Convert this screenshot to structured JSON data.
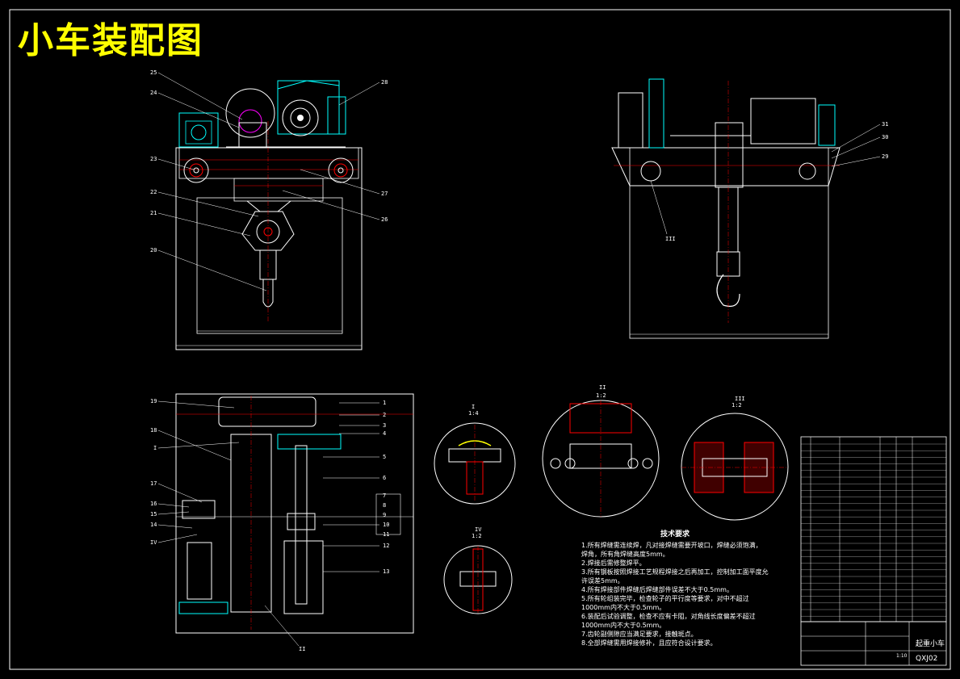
{
  "drawing": {
    "title": "小车装配图",
    "main_view_labels": [
      "25",
      "24",
      "23",
      "22",
      "21",
      "20",
      "28",
      "27",
      "26"
    ],
    "side_view_labels": [
      "31",
      "30",
      "29",
      "III"
    ],
    "plan_view_labels": [
      "19",
      "18",
      "I",
      "17",
      "16",
      "15",
      "14",
      "II",
      "1",
      "2",
      "3",
      "4",
      "5",
      "6",
      "7",
      "8",
      "9",
      "10",
      "11",
      "12",
      "13"
    ],
    "details": [
      {
        "name": "I",
        "scale": "1:4"
      },
      {
        "name": "II",
        "scale": "1:2"
      },
      {
        "name": "III",
        "scale": "1:2"
      },
      {
        "name": "IV",
        "scale": "1:2"
      }
    ],
    "notes_title": "技术要求",
    "notes": [
      "1.所有焊缝需连续焊，凡对接焊缝需要开坡口，焊缝必须饱满，",
      "   焊角，所有角焊缝高度5mm。",
      "2.焊接后需修整焊平。",
      "3.所有钢板按照焊接工艺规程焊接之后再加工，控制加工面平度允",
      "   许误差5mm。",
      "4.所有焊接部件焊缝后焊缝部件误差不大于0.5mm。",
      "5.所有轮组装完毕，检查轮子的平行度等要求，对中不超过",
      "   1000mm内不大于0.5mm。",
      "6.装配后试验调整，检查不应有卡阻，对角线长度偏差不超过",
      "   1000mm内不大于0.5mm。",
      "7.齿轮副侧隙应当满足要求，接触斑点。",
      "8.全部焊缝需用焊接修补，且应符合设计要求。"
    ],
    "title_block": {
      "name": "起重小车",
      "code": "QXJ02",
      "scale": "1:10"
    }
  }
}
